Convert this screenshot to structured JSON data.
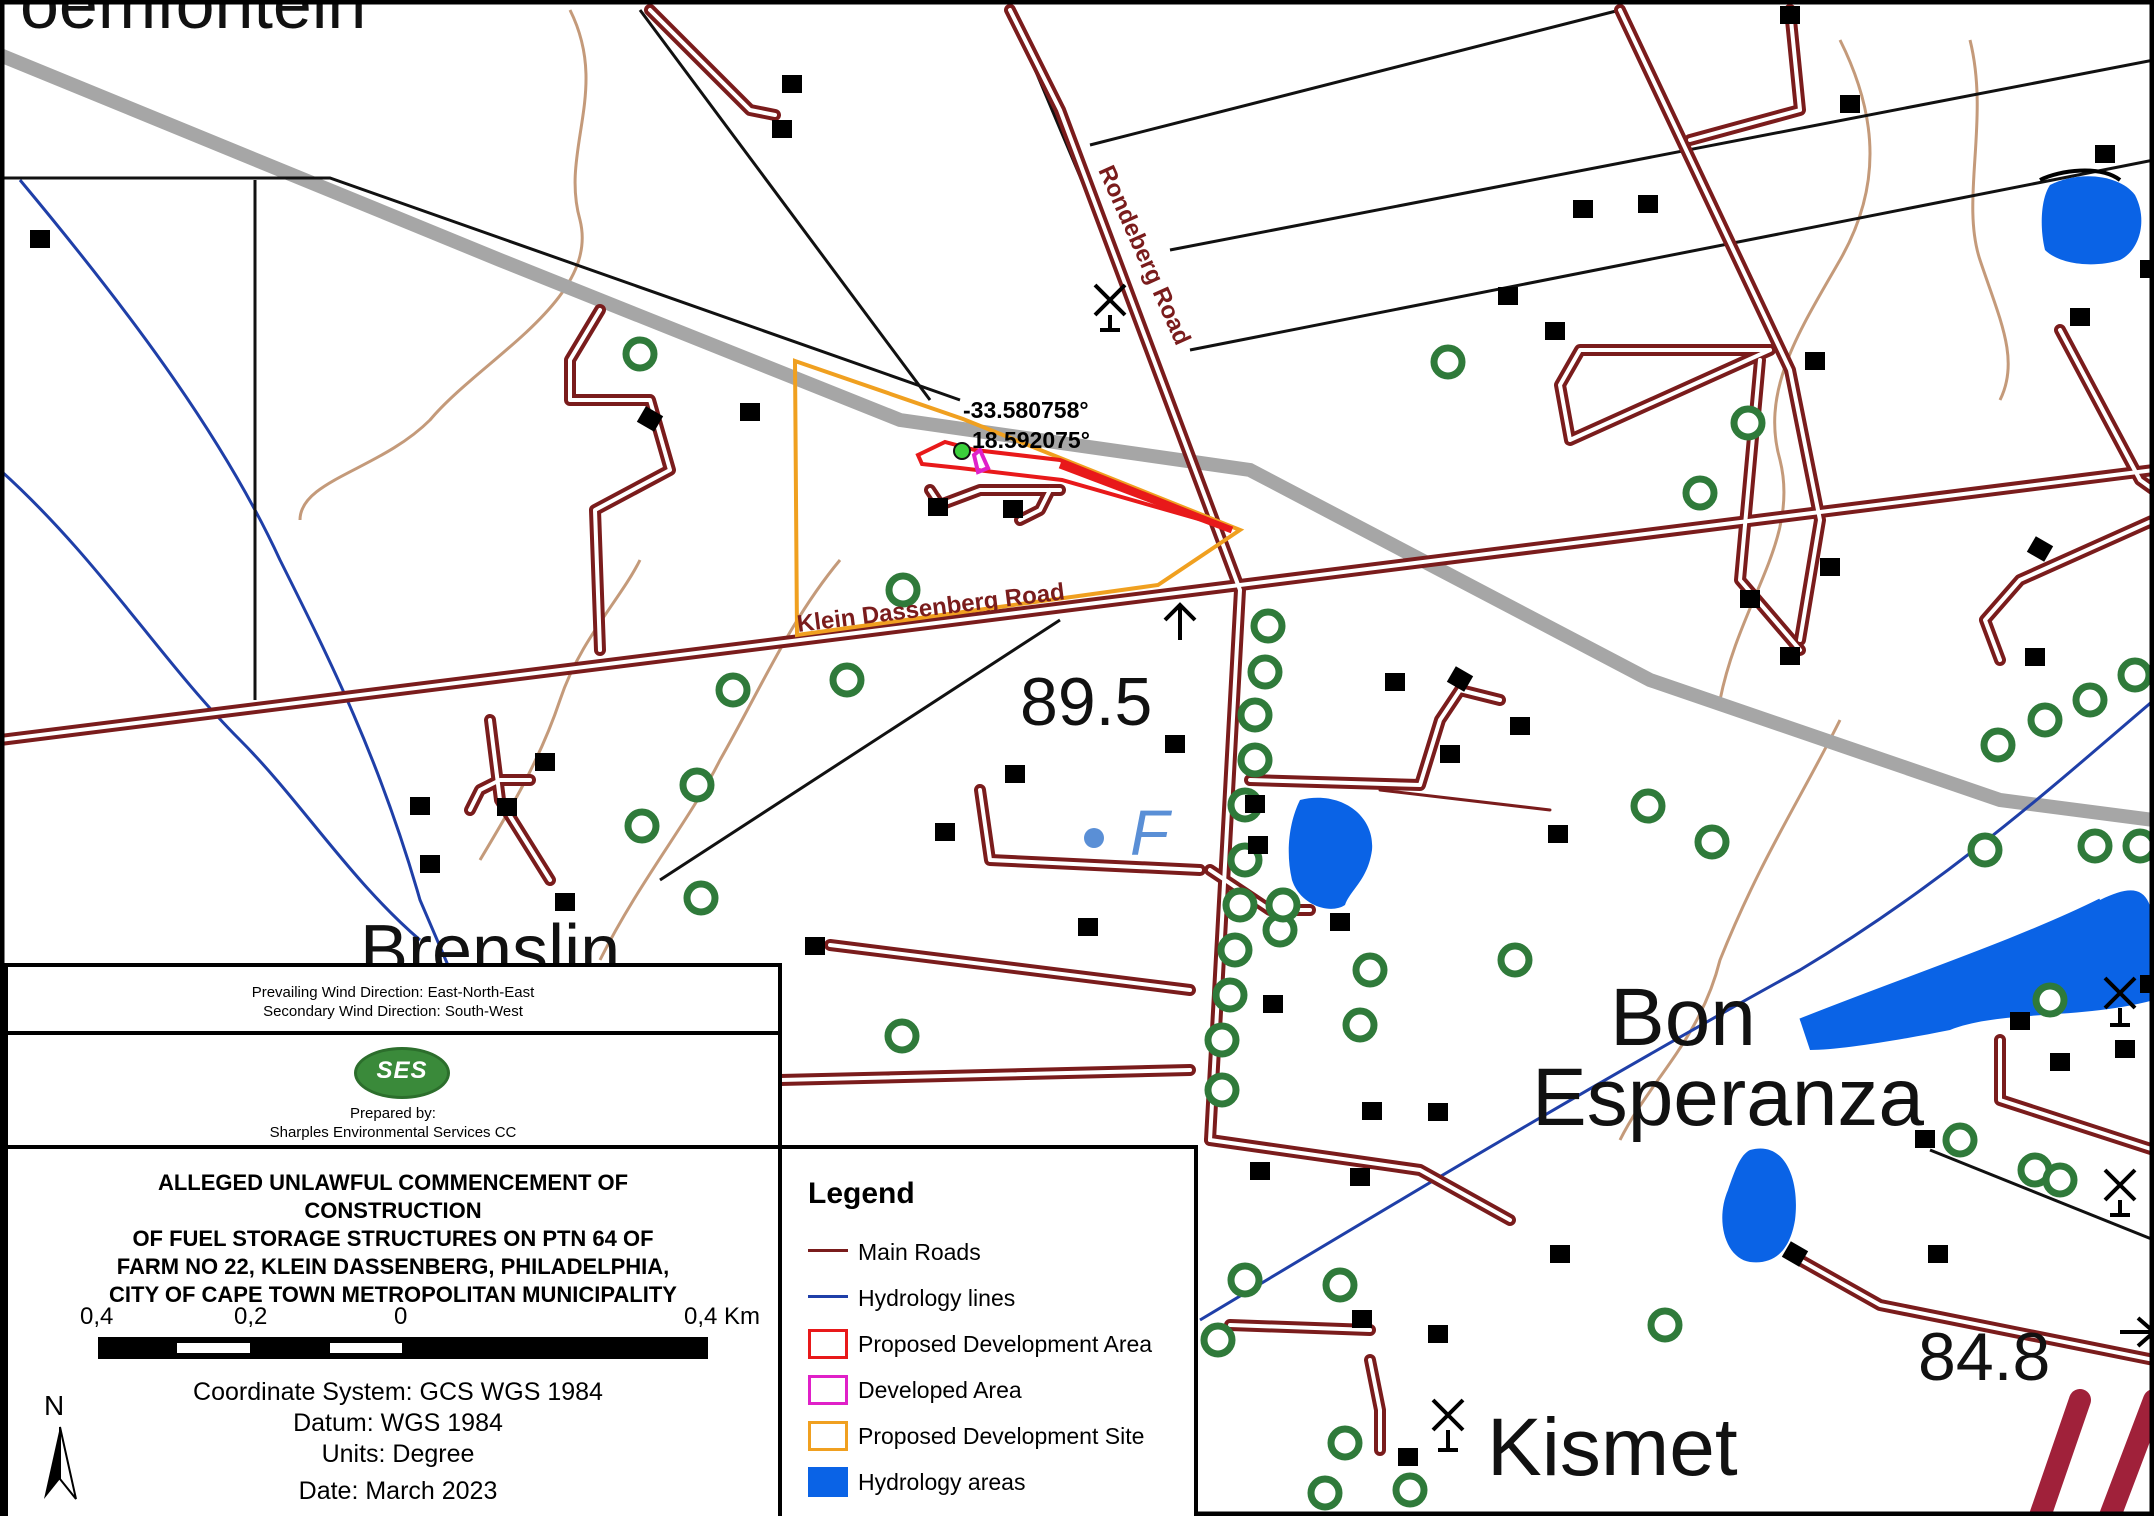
{
  "map": {
    "places": {
      "top_left_partial": "oemfontein",
      "brenslin": "Brenslin",
      "bon_line1": "Bon",
      "bon_line2": "Esperanza",
      "kismet": "Kismet"
    },
    "roads": {
      "rondeberg": "Rondeberg Road",
      "klein_dassenberg": "Klein Dassenberg Road"
    },
    "spot_heights": {
      "a": "89.5",
      "b": "84.8"
    },
    "marker_letter": "F",
    "site_coordinates": {
      "lat": "-33.580758°",
      "lon": "18.592075°"
    },
    "colors": {
      "main_road": "#7a1c1c",
      "hydrology": "#0a63e6",
      "hydrology_line": "#1f3fa8",
      "contour": "#c49a7a",
      "vegetation": "#2f7a3a",
      "proposed_area": "#e8191a",
      "developed_area": "#e020c8",
      "proposed_site": "#f0a020",
      "grey_track": "#a6a6a6"
    }
  },
  "wind": {
    "prevailing": "Prevailing Wind Direction: East-North-East",
    "secondary": "Secondary Wind Direction: South-West"
  },
  "prepared": {
    "logo_text": "SES",
    "by_label": "Prepared by:",
    "company": "Sharples Environmental Services CC"
  },
  "title_block": {
    "lines": [
      "ALLEGED UNLAWFUL COMMENCEMENT OF",
      "CONSTRUCTION",
      "OF FUEL STORAGE STRUCTURES ON PTN 64 OF",
      "FARM NO 22,  KLEIN DASSENBERG, PHILADELPHIA,",
      "CITY OF CAPE TOWN METROPOLITAN MUNICIPALITY"
    ],
    "scale_labels": [
      "0,4",
      "0,2",
      "0",
      "0,4 Km"
    ],
    "coordinate_system": "Coordinate System: GCS WGS 1984",
    "datum": "Datum: WGS 1984",
    "units": "Units: Degree",
    "date": "Date: March 2023",
    "north": "N"
  },
  "legend": {
    "title": "Legend",
    "items": [
      {
        "label": "Main Roads",
        "icon": "line-dark-red"
      },
      {
        "label": "Hydrology lines",
        "icon": "line-blue"
      },
      {
        "label": "Proposed Development Area",
        "icon": "box-red-outline"
      },
      {
        "label": "Developed Area",
        "icon": "box-magenta-outline"
      },
      {
        "label": "Proposed Development Site",
        "icon": "box-orange-outline"
      },
      {
        "label": "Hydrology areas",
        "icon": "box-blue-fill"
      }
    ]
  }
}
